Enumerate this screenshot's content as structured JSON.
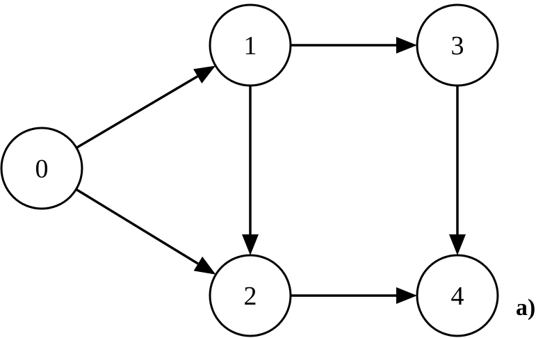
{
  "nodes": [
    {
      "id": "0",
      "label": "0"
    },
    {
      "id": "1",
      "label": "1"
    },
    {
      "id": "2",
      "label": "2"
    },
    {
      "id": "3",
      "label": "3"
    },
    {
      "id": "4",
      "label": "4"
    }
  ],
  "edges": [
    {
      "from": "0",
      "to": "1"
    },
    {
      "from": "0",
      "to": "2"
    },
    {
      "from": "1",
      "to": "3"
    },
    {
      "from": "1",
      "to": "2"
    },
    {
      "from": "2",
      "to": "4"
    },
    {
      "from": "3",
      "to": "4"
    }
  ],
  "caption": "a)",
  "colors": {
    "stroke": "#000000",
    "background": "#ffffff"
  }
}
